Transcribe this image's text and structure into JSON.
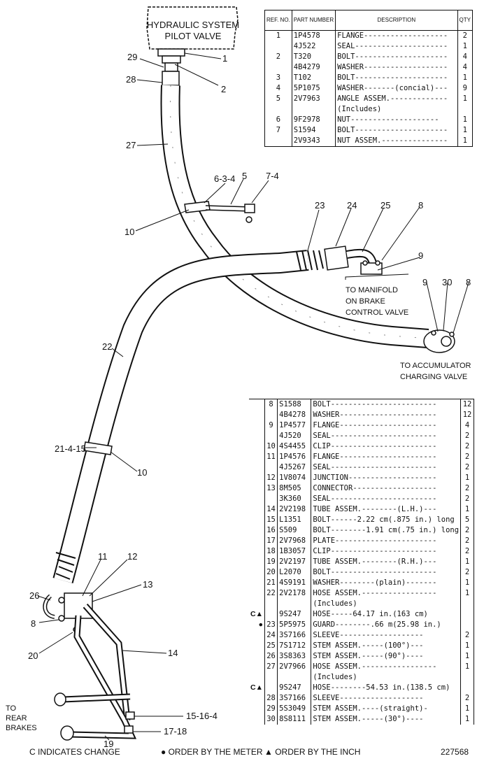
{
  "diagram": {
    "title_box": [
      "HYDRAULIC SYSTEM",
      "PILOT VALVE"
    ],
    "notes": {
      "manifold": [
        "TO MANIFOLD",
        "ON BRAKE",
        "CONTROL VALVE"
      ],
      "accumulator": [
        "TO ACCUMULATOR",
        "CHARGING VALVE"
      ],
      "rear_brakes": [
        "TO",
        "REAR",
        "BRAKES"
      ]
    },
    "callouts": {
      "c1": "1",
      "c2": "2",
      "c29": "29",
      "c28": "28",
      "c27": "27",
      "c634": "6-3-4",
      "c5": "5",
      "c74": "7-4",
      "c10a": "10",
      "c23": "23",
      "c24": "24",
      "c25": "25",
      "c8a": "8",
      "c9a": "9",
      "c9b": "9",
      "c30": "30",
      "c8b": "8",
      "c22": "22",
      "c21415": "21-4-15",
      "c10b": "10",
      "c11": "11",
      "c12": "12",
      "c13": "13",
      "c26": "26",
      "c8c": "8",
      "c20": "20",
      "c14": "14",
      "c15164": "15-16-4",
      "c1718": "17-18",
      "c19": "19"
    }
  },
  "table_top": {
    "headers": {
      "ref": "REF. NO.",
      "part": "PART NUMBER",
      "desc": "DESCRIPTION",
      "qty": "QTY"
    },
    "rows": [
      {
        "ref": "1",
        "part": "1P4578",
        "desc": "FLANGE-------------------",
        "qty": "2"
      },
      {
        "ref": "",
        "part": "4J522",
        "desc": "SEAL---------------------",
        "qty": "1"
      },
      {
        "ref": "2",
        "part": "T320",
        "desc": "BOLT---------------------",
        "qty": "4"
      },
      {
        "ref": "",
        "part": "4B4279",
        "desc": "WASHER-------------------",
        "qty": "4"
      },
      {
        "ref": "3",
        "part": "T102",
        "desc": "BOLT---------------------",
        "qty": "1"
      },
      {
        "ref": "4",
        "part": "5P1075",
        "desc": "WASHER-------(concial)---",
        "qty": "9"
      },
      {
        "ref": "5",
        "part": "2V7963",
        "desc": "ANGLE ASSEM.-------------",
        "qty": "1"
      },
      {
        "ref": "",
        "part": "",
        "desc": "  (Includes)",
        "qty": ""
      },
      {
        "ref": "6",
        "part": "9F2978",
        "desc": "  NUT--------------------",
        "qty": "1"
      },
      {
        "ref": "7",
        "part": "S1594",
        "desc": "BOLT---------------------",
        "qty": "1"
      },
      {
        "ref": "",
        "part": "2V9343",
        "desc": "NUT ASSEM.---------------",
        "qty": "1"
      }
    ]
  },
  "table_bottom": {
    "rows": [
      {
        "mark": "",
        "ref": "8",
        "part": "S1588",
        "desc": "BOLT------------------------",
        "qty": "12"
      },
      {
        "mark": "",
        "ref": "",
        "part": "4B4278",
        "desc": "WASHER----------------------",
        "qty": "12"
      },
      {
        "mark": "",
        "ref": "9",
        "part": "1P4577",
        "desc": "FLANGE----------------------",
        "qty": "4"
      },
      {
        "mark": "",
        "ref": "",
        "part": "4J520",
        "desc": "SEAL------------------------",
        "qty": "2"
      },
      {
        "mark": "",
        "ref": "10",
        "part": "4S4455",
        "desc": "CLIP------------------------",
        "qty": "2"
      },
      {
        "mark": "",
        "ref": "11",
        "part": "1P4576",
        "desc": "FLANGE----------------------",
        "qty": "2"
      },
      {
        "mark": "",
        "ref": "",
        "part": "4J5267",
        "desc": "SEAL------------------------",
        "qty": "2"
      },
      {
        "mark": "",
        "ref": "12",
        "part": "1V8074",
        "desc": "JUNCTION--------------------",
        "qty": "1"
      },
      {
        "mark": "",
        "ref": "13",
        "part": "8M505",
        "desc": "CONNECTOR-------------------",
        "qty": "2"
      },
      {
        "mark": "",
        "ref": "",
        "part": "3K360",
        "desc": "SEAL------------------------",
        "qty": "2"
      },
      {
        "mark": "",
        "ref": "14",
        "part": "2V2198",
        "desc": "TUBE ASSEM.--------(L.H.)---",
        "qty": "1"
      },
      {
        "mark": "",
        "ref": "15",
        "part": "L1351",
        "desc": "BOLT------2.22 cm(.875 in.) long",
        "qty": "5"
      },
      {
        "mark": "",
        "ref": "16",
        "part": "S509",
        "desc": "BOLT--------1.91 cm(.75 in.) long",
        "qty": "2"
      },
      {
        "mark": "",
        "ref": "17",
        "part": "2V7968",
        "desc": "PLATE-----------------------",
        "qty": "2"
      },
      {
        "mark": "",
        "ref": "18",
        "part": "1B3057",
        "desc": "CLIP------------------------",
        "qty": "2"
      },
      {
        "mark": "",
        "ref": "19",
        "part": "2V2197",
        "desc": "TUBE ASSEM.--------(R.H.)---",
        "qty": "1"
      },
      {
        "mark": "",
        "ref": "20",
        "part": "L2070",
        "desc": "BOLT------------------------",
        "qty": "2"
      },
      {
        "mark": "",
        "ref": "21",
        "part": "4S9191",
        "desc": "WASHER--------(plain)-------",
        "qty": "1"
      },
      {
        "mark": "",
        "ref": "22",
        "part": "2V2178",
        "desc": "HOSE ASSEM.-----------------",
        "qty": "1"
      },
      {
        "mark": "",
        "ref": "",
        "part": "",
        "desc": "  (Includes)",
        "qty": ""
      },
      {
        "mark": "C▲",
        "ref": "",
        "part": "9S247",
        "desc": "   HOSE-----64.17 in.(163 cm)",
        "qty": ""
      },
      {
        "mark": "●",
        "ref": "23",
        "part": "5P5975",
        "desc": "   GUARD--------.66 m(25.98 in.)",
        "qty": ""
      },
      {
        "mark": "",
        "ref": "24",
        "part": "3S7166",
        "desc": "   SLEEVE-------------------",
        "qty": "2"
      },
      {
        "mark": "",
        "ref": "25",
        "part": "7S1712",
        "desc": "   STEM ASSEM.-----(100°)---",
        "qty": "1"
      },
      {
        "mark": "",
        "ref": "26",
        "part": "3S8363",
        "desc": "   STEM ASSEM.-----(90°)----",
        "qty": "1"
      },
      {
        "mark": "",
        "ref": "27",
        "part": "2V7966",
        "desc": "HOSE ASSEM.-----------------",
        "qty": "1"
      },
      {
        "mark": "",
        "ref": "",
        "part": "",
        "desc": "  (Includes)",
        "qty": ""
      },
      {
        "mark": "C▲",
        "ref": "",
        "part": "9S247",
        "desc": "   HOSE--------54.53 in.(138.5 cm)",
        "qty": ""
      },
      {
        "mark": "",
        "ref": "28",
        "part": "3S7166",
        "desc": "   SLEEVE-------------------",
        "qty": "2"
      },
      {
        "mark": "",
        "ref": "29",
        "part": "5S3049",
        "desc": "   STEM ASSEM.----(straight)-",
        "qty": "1"
      },
      {
        "mark": "",
        "ref": "30",
        "part": "8S8111",
        "desc": "   STEM ASSEM.-----(30°)----",
        "qty": "1"
      }
    ]
  },
  "footer": {
    "legend_change": "C INDICATES CHANGE",
    "legend_meter": "● ORDER BY THE METER",
    "legend_inch": "▲ ORDER BY THE INCH",
    "illustration_no": "227568"
  }
}
